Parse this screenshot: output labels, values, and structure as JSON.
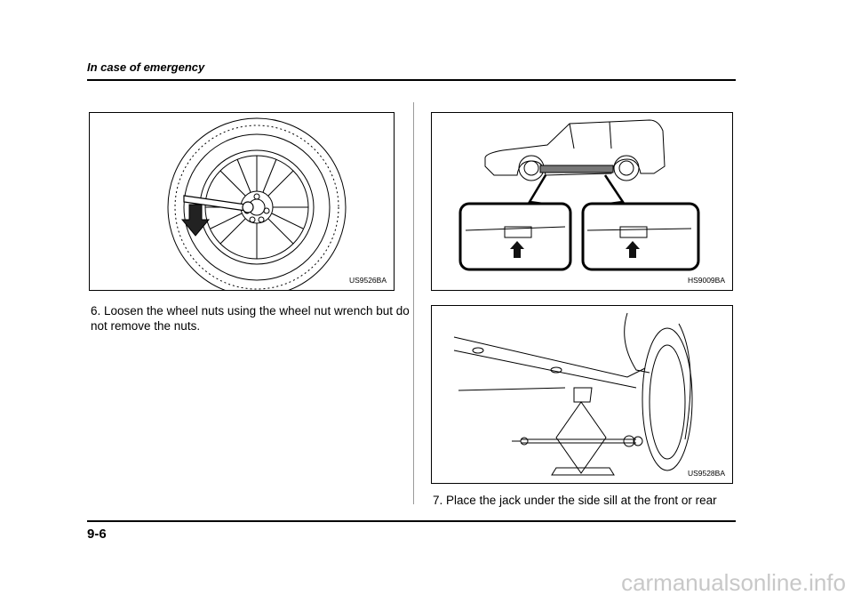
{
  "header": {
    "section_title": "In case of emergency"
  },
  "figures": {
    "wheel": {
      "code": "US9526BA"
    },
    "car": {
      "code": "HS9009BA"
    },
    "jack": {
      "code": "US9528BA"
    }
  },
  "steps": {
    "step6": "6.  Loosen the wheel nuts using the wheel nut wrench but do not remove the nuts.",
    "step7": "7.  Place the jack under the side sill at the front or rear"
  },
  "footer": {
    "page_number": "9-6"
  },
  "watermark": {
    "text": "carmanualsonline.info"
  }
}
